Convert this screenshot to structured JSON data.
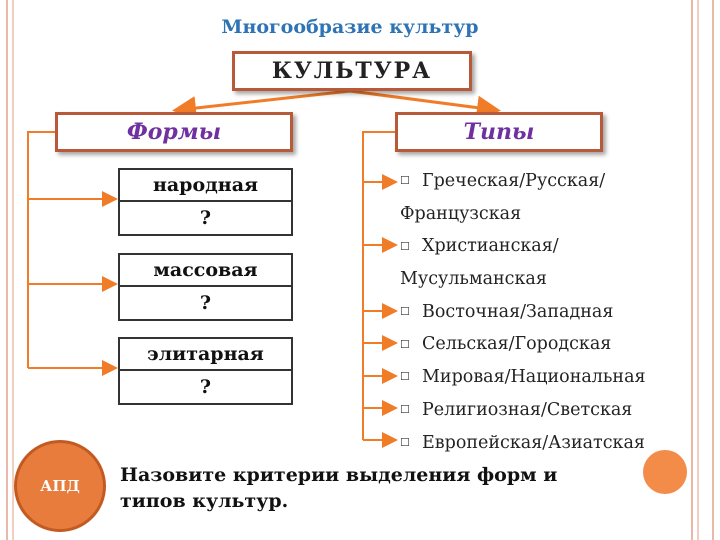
{
  "title": "Многообразие культур",
  "root_label": "КУЛЬТУРА",
  "forms": {
    "heading": "Формы",
    "items": [
      {
        "label": "народная",
        "value": "?"
      },
      {
        "label": "массовая",
        "value": "?"
      },
      {
        "label": "элитарная",
        "value": "?"
      }
    ]
  },
  "types": {
    "heading": "Типы",
    "items": [
      "Греческая/Русская/",
      "Французская",
      "Христианская/",
      "Мусульманская",
      "Восточная/Западная",
      "Сельская/Городская",
      "Мировая/Национальная",
      "Религиозная/Светская",
      "Европейская/Азиатская"
    ]
  },
  "badge": "АПД",
  "question": "Назовите критерии выделения форм и типов культур.",
  "colors": {
    "title": "#2e74b5",
    "box_border": "#b85a3a",
    "forms_heading": "#7030a0",
    "arrow": "#f07c28",
    "badge_fill": "#e87c3c"
  }
}
